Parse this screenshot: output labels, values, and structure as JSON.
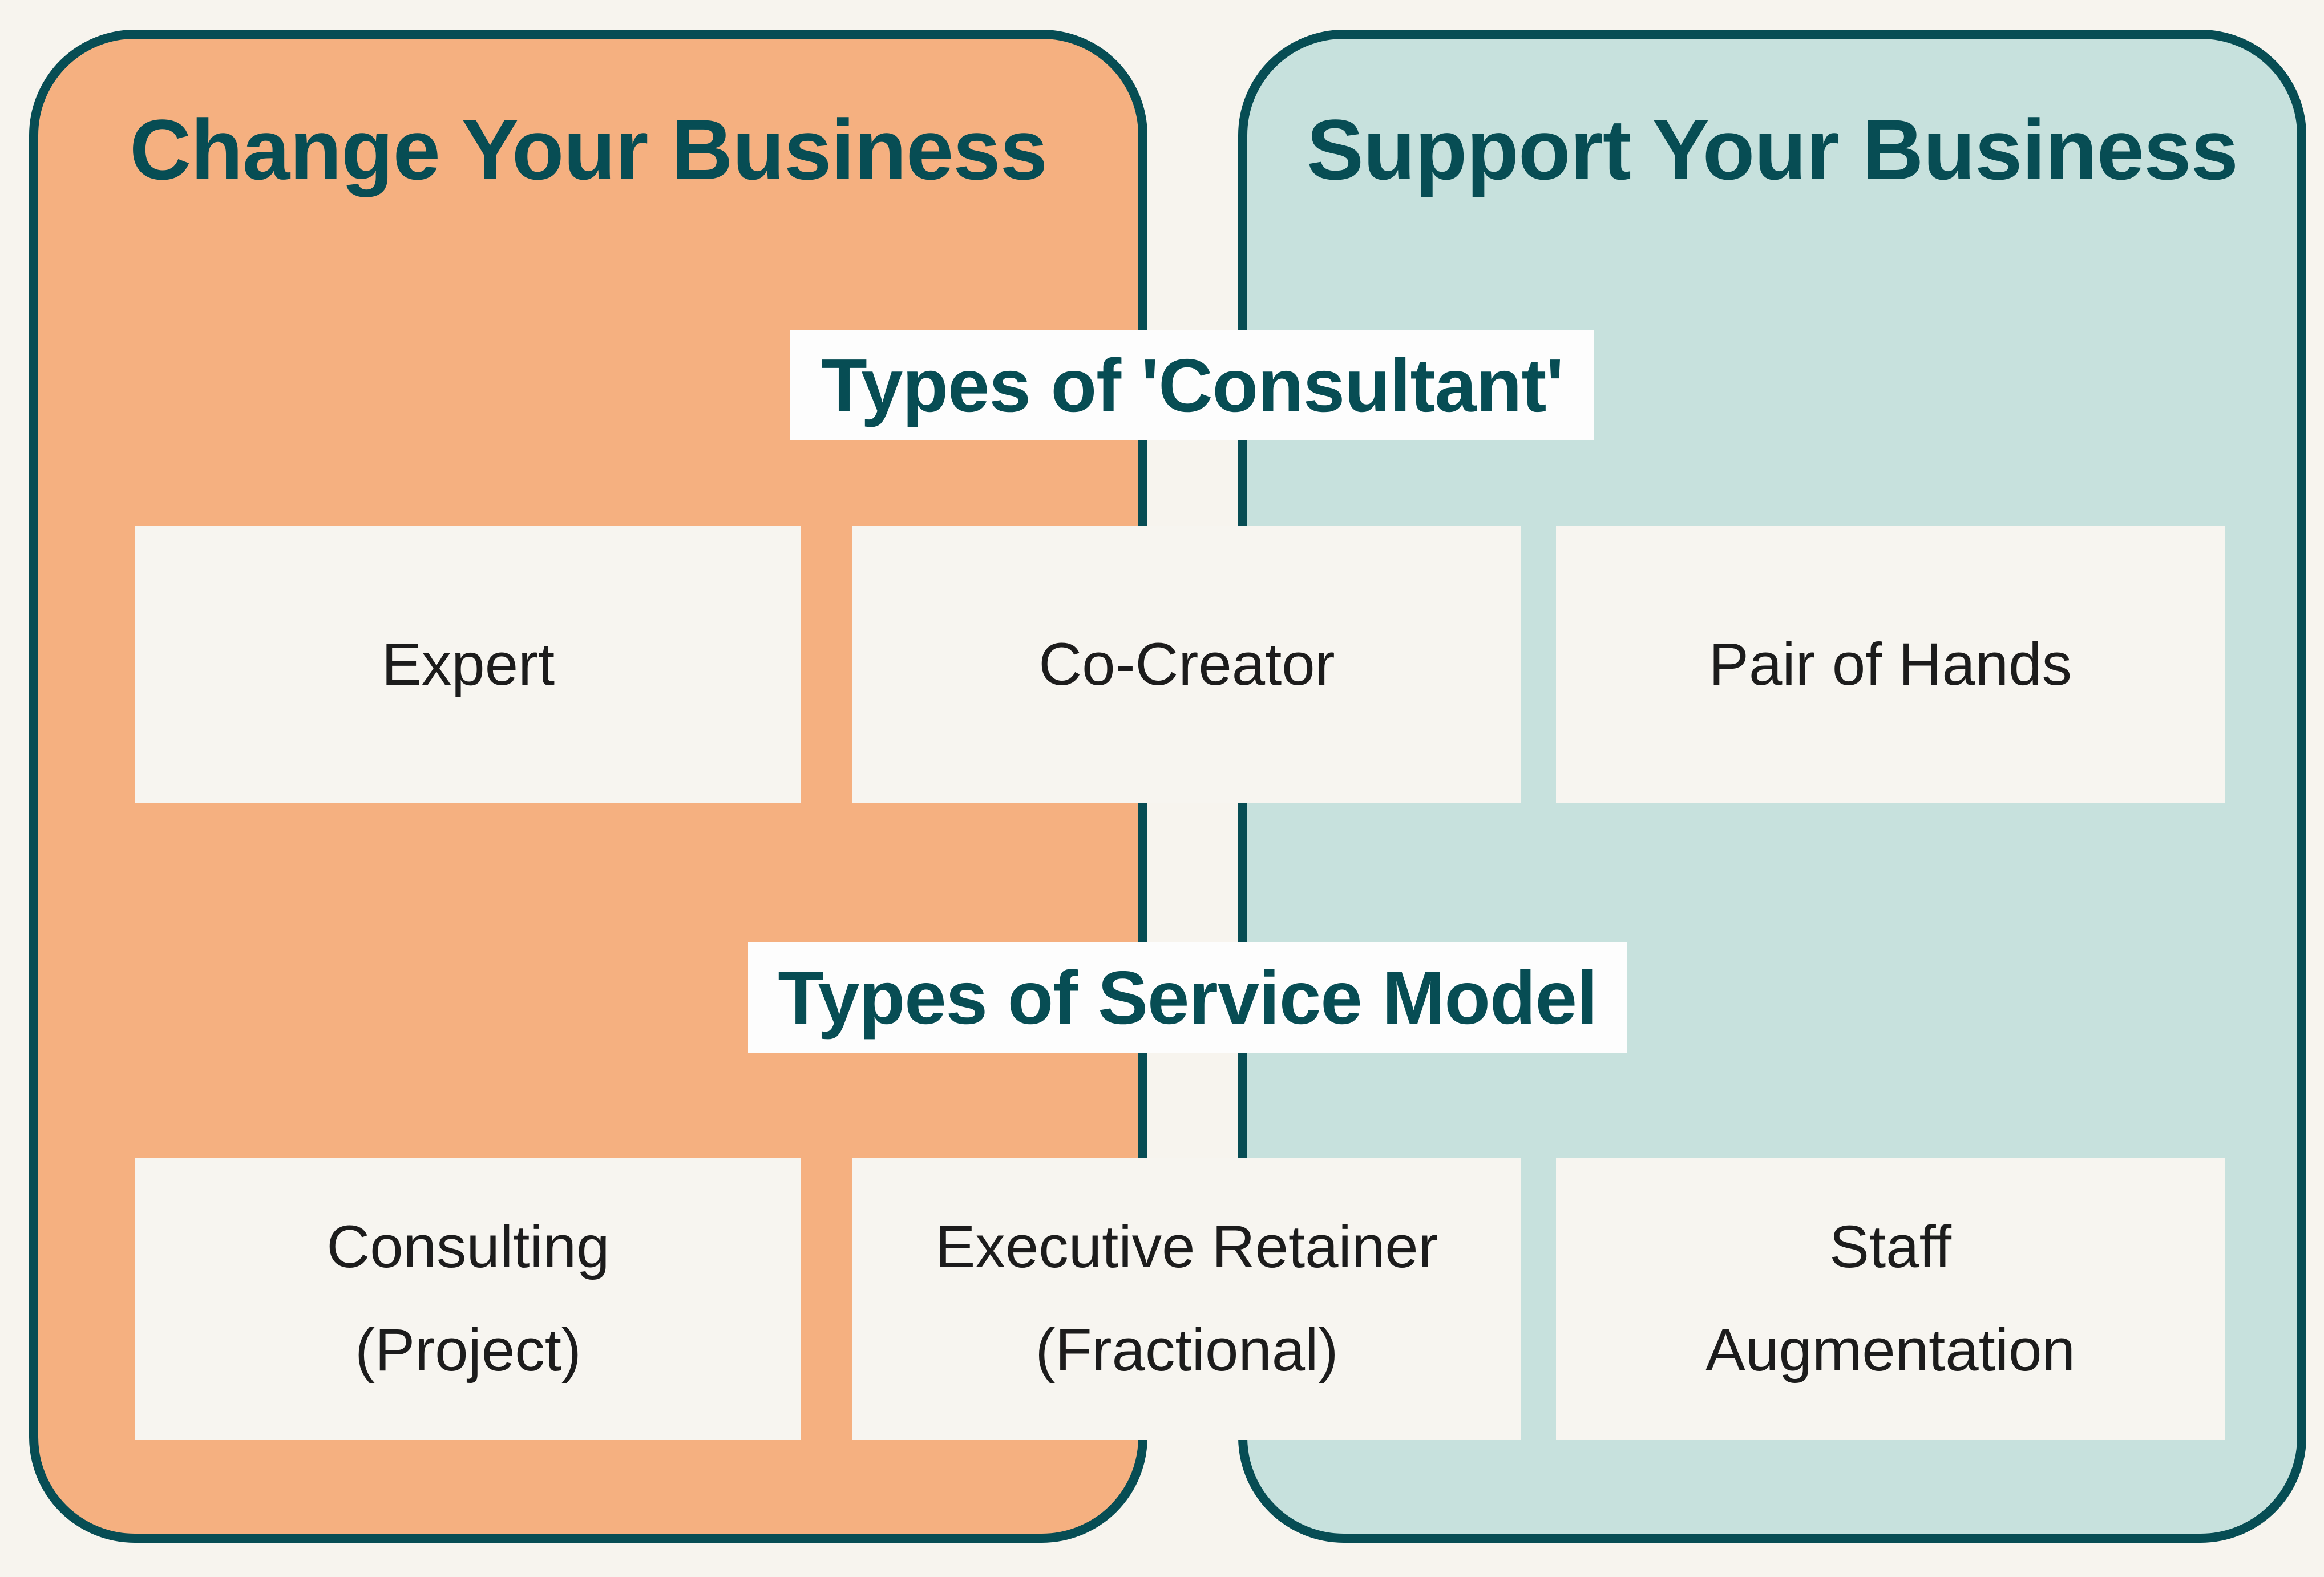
{
  "palette": {
    "background": "#f7f4ee",
    "panel_left_fill": "#f5b080",
    "panel_right_fill": "#c7e1dd",
    "panel_border": "#074d54",
    "heading_text": "#074d54",
    "card_fill": "#f7f5f0",
    "banner_fill": "#fdfdfd",
    "card_text": "#1c1c1c"
  },
  "panels": {
    "left": {
      "title": "Change Your Business"
    },
    "right": {
      "title": "Support Your Business"
    }
  },
  "consultant_row": {
    "label": "Types of 'Consultant'",
    "cards": [
      {
        "lines": [
          "Expert"
        ]
      },
      {
        "lines": [
          "Co-Creator"
        ]
      },
      {
        "lines": [
          "Pair of Hands"
        ]
      }
    ]
  },
  "service_row": {
    "label": "Types of Service Model",
    "cards": [
      {
        "lines": [
          "Consulting",
          "(Project)"
        ]
      },
      {
        "lines": [
          "Executive Retainer",
          "(Fractional)"
        ]
      },
      {
        "lines": [
          "Staff",
          "Augmentation"
        ]
      }
    ]
  }
}
